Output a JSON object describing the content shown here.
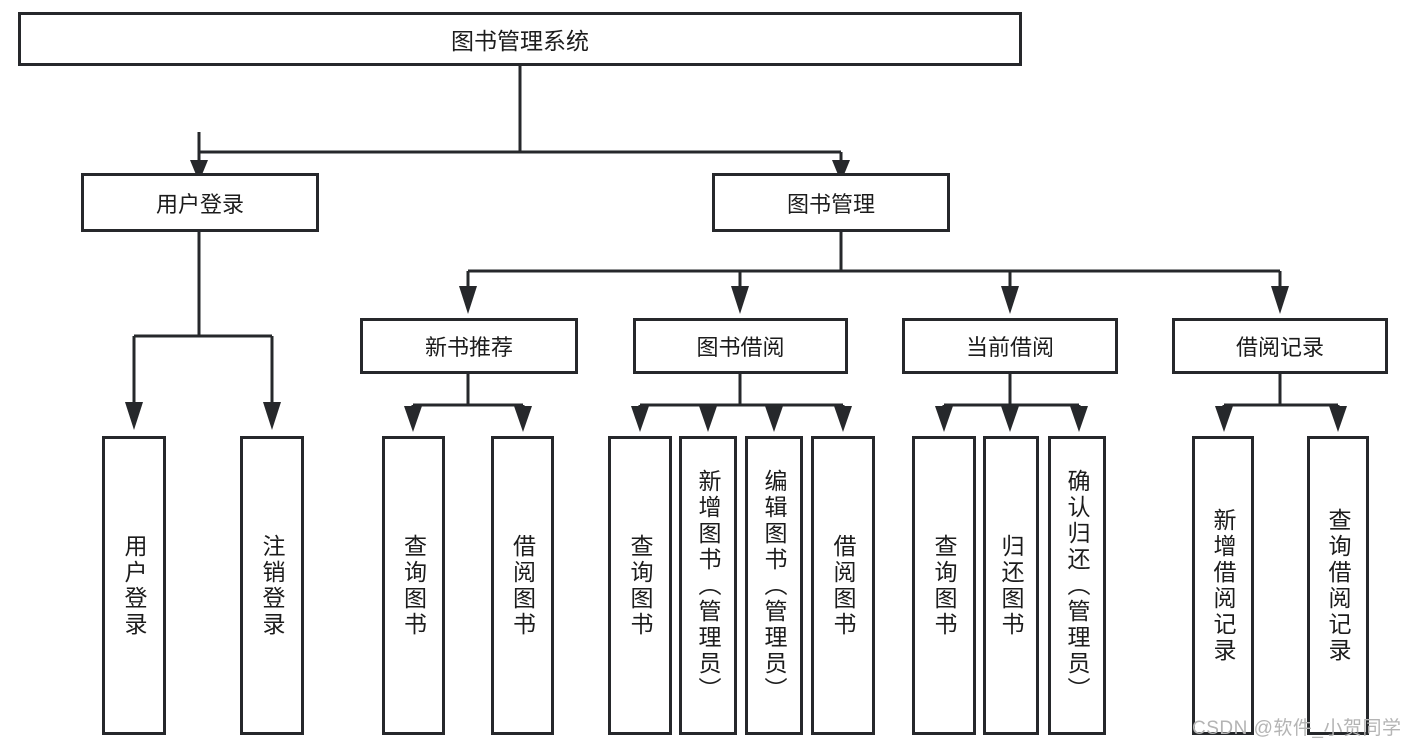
{
  "diagram": {
    "title": "图书管理系统",
    "watermark": "CSDN @软件_小贺同学",
    "level2": {
      "user_login": "用户登录",
      "book_manage": "图书管理"
    },
    "level3": {
      "new_book_recommend": "新书推荐",
      "book_borrow": "图书借阅",
      "current_borrow": "当前借阅",
      "borrow_record": "借阅记录"
    },
    "leaves": {
      "user_login_children": [
        "用户登录",
        "注销登录"
      ],
      "new_book_recommend_children": [
        "查询图书",
        "借阅图书"
      ],
      "book_borrow_children": [
        "查询图书",
        "新增图书（管理员）",
        "编辑图书（管理员）",
        "借阅图书"
      ],
      "current_borrow_children": [
        "查询图书",
        "归还图书",
        "确认归还（管理员）"
      ],
      "borrow_record_children": [
        "新增借阅记录",
        "查询借阅记录"
      ]
    },
    "colors": {
      "stroke": "#26282b",
      "fill": "#ffffff",
      "text": "#1c1c1c",
      "watermark": "#b4b4b4"
    }
  }
}
